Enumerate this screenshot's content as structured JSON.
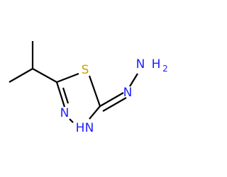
{
  "atoms": {
    "sulfur": "S",
    "nitrogen_ring": "N",
    "nh_ring": "N",
    "nh_ring_h": "H",
    "hydrazone_n": "N",
    "nh2_n": "N",
    "nh2_h": "H",
    "nh2_sub": "2"
  },
  "colors": {
    "bond": "#000000",
    "sulfur": "#c8a000",
    "nitrogen": "#2020ff"
  }
}
